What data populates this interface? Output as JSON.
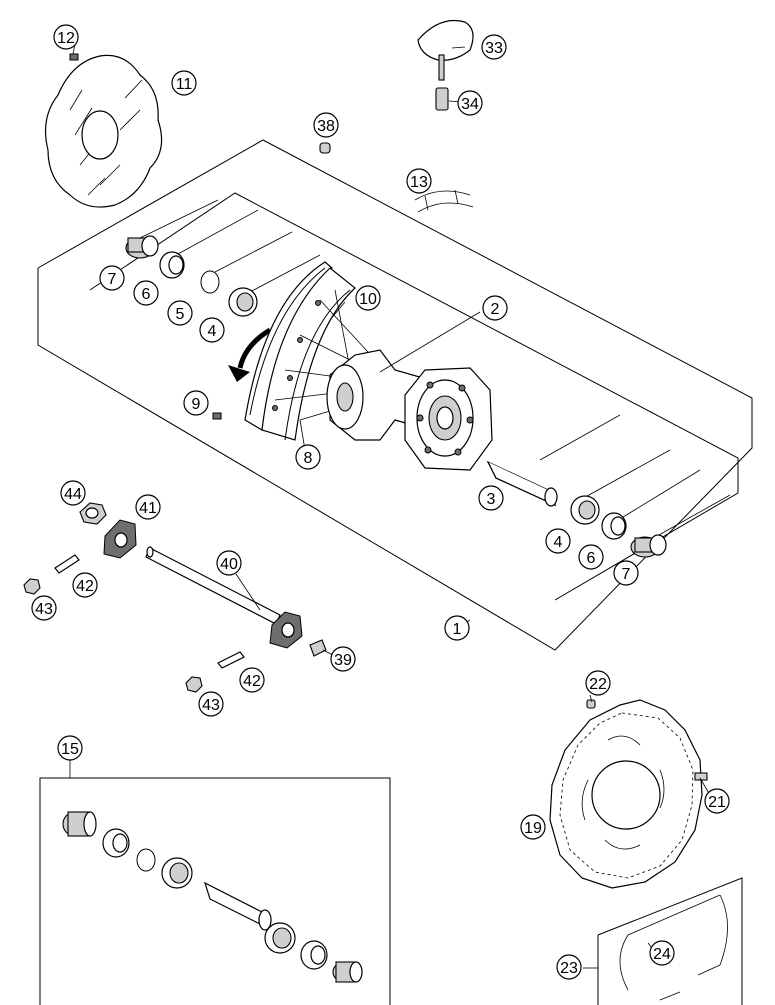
{
  "diagram": {
    "callouts": [
      {
        "id": "c1",
        "label": "1"
      },
      {
        "id": "c2",
        "label": "2"
      },
      {
        "id": "c3",
        "label": "3"
      },
      {
        "id": "c4a",
        "label": "4"
      },
      {
        "id": "c4b",
        "label": "4"
      },
      {
        "id": "c5",
        "label": "5"
      },
      {
        "id": "c6a",
        "label": "6"
      },
      {
        "id": "c6b",
        "label": "6"
      },
      {
        "id": "c7a",
        "label": "7"
      },
      {
        "id": "c7b",
        "label": "7"
      },
      {
        "id": "c8",
        "label": "8"
      },
      {
        "id": "c9",
        "label": "9"
      },
      {
        "id": "c10",
        "label": "10"
      },
      {
        "id": "c11",
        "label": "11"
      },
      {
        "id": "c12",
        "label": "12"
      },
      {
        "id": "c13",
        "label": "13"
      },
      {
        "id": "c15",
        "label": "15"
      },
      {
        "id": "c19",
        "label": "19"
      },
      {
        "id": "c21",
        "label": "21"
      },
      {
        "id": "c22",
        "label": "22"
      },
      {
        "id": "c23",
        "label": "23"
      },
      {
        "id": "c24",
        "label": "24"
      },
      {
        "id": "c33",
        "label": "33"
      },
      {
        "id": "c34",
        "label": "34"
      },
      {
        "id": "c38",
        "label": "38"
      },
      {
        "id": "c39",
        "label": "39"
      },
      {
        "id": "c40",
        "label": "40"
      },
      {
        "id": "c41",
        "label": "41"
      },
      {
        "id": "c42a",
        "label": "42"
      },
      {
        "id": "c42b",
        "label": "42"
      },
      {
        "id": "c43a",
        "label": "43"
      },
      {
        "id": "c43b",
        "label": "43"
      },
      {
        "id": "c44",
        "label": "44"
      }
    ]
  }
}
